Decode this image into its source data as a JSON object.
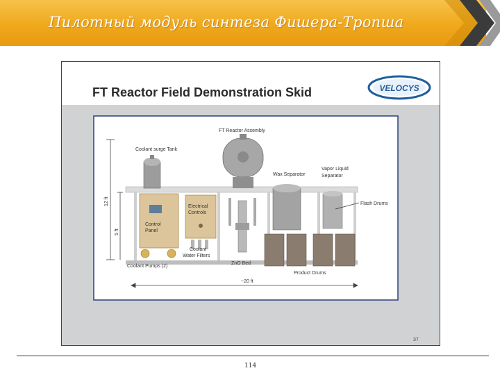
{
  "header": {
    "title": "Пилотный модуль синтеза Фишера-Тропша",
    "accent_color": "#f0a81c"
  },
  "slide": {
    "title": "FT Reactor Field Demonstration Skid",
    "logo_text": "VELOCYS",
    "slide_number": "37",
    "labels": {
      "reactor": "FT Reactor Assembly",
      "coolant_tank": "Coolant surge Tank",
      "wax_separator": "Wax Separator",
      "vapor_separator_1": "Vapor Liquid",
      "vapor_separator_2": "Separator",
      "flash_drums": "Flash Drums",
      "electrical_1": "Electrical",
      "electrical_2": "Controls",
      "control_panel_1": "Control",
      "control_panel_2": "Panel",
      "coolant_filters_1": "Coolant",
      "coolant_filters_2": "Water Filters",
      "zno_bed": "ZnO Bed",
      "product_drums": "Product Drums",
      "coolant_pumps": "Coolant Pumps (2)",
      "height_total": "12 ft",
      "height_lower": "5 ft",
      "width": "~20 ft"
    }
  },
  "footer": {
    "page": "114"
  }
}
